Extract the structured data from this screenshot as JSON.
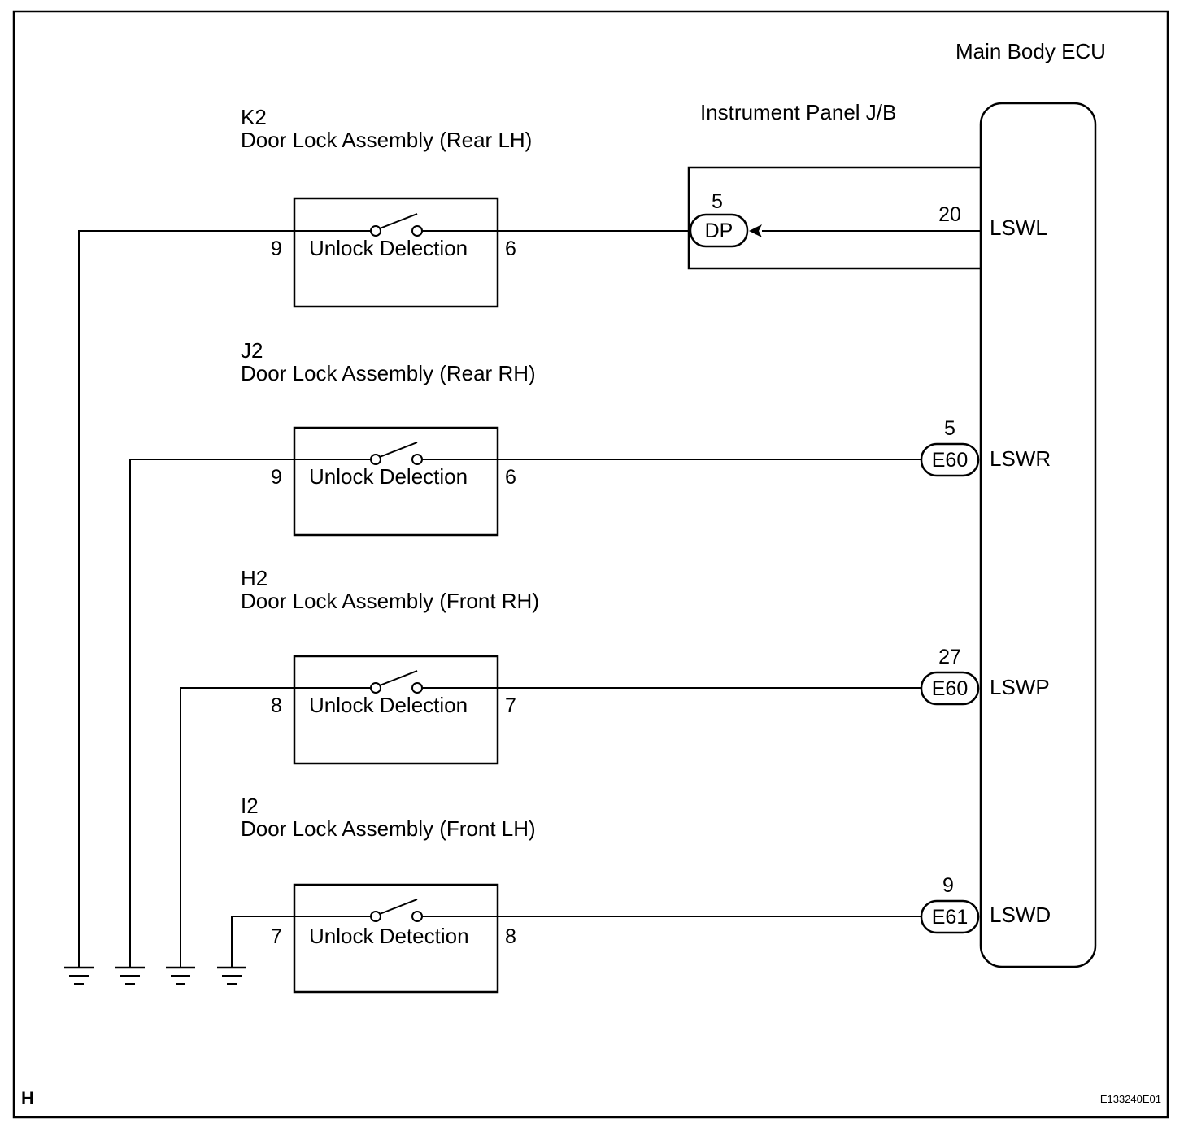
{
  "ecu": {
    "title": "Main Body ECU",
    "pins": [
      "LSWL",
      "LSWR",
      "LSWP",
      "LSWD"
    ]
  },
  "junction_block": {
    "title": "Instrument Panel J/B",
    "connector": "DP",
    "in_pin": "5",
    "ecu_pin": "20"
  },
  "assemblies": [
    {
      "code": "K2",
      "title": "Door Lock Assembly (Rear LH)",
      "switch_label": "Unlock Delection",
      "pin_left": "9",
      "pin_right": "6",
      "connector": "",
      "connector_pin": ""
    },
    {
      "code": "J2",
      "title": "Door Lock Assembly (Rear RH)",
      "switch_label": "Unlock Delection",
      "pin_left": "9",
      "pin_right": "6",
      "connector": "E60",
      "connector_pin": "5"
    },
    {
      "code": "H2",
      "title": "Door Lock Assembly (Front RH)",
      "switch_label": "Unlock Delection",
      "pin_left": "8",
      "pin_right": "7",
      "connector": "E60",
      "connector_pin": "27"
    },
    {
      "code": "I2",
      "title": "Door Lock Assembly (Front LH)",
      "switch_label": "Unlock Detection",
      "pin_left": "7",
      "pin_right": "8",
      "connector": "E61",
      "connector_pin": "9"
    }
  ],
  "footer": {
    "corner_letter": "H",
    "figure_code": "E133240E01"
  }
}
